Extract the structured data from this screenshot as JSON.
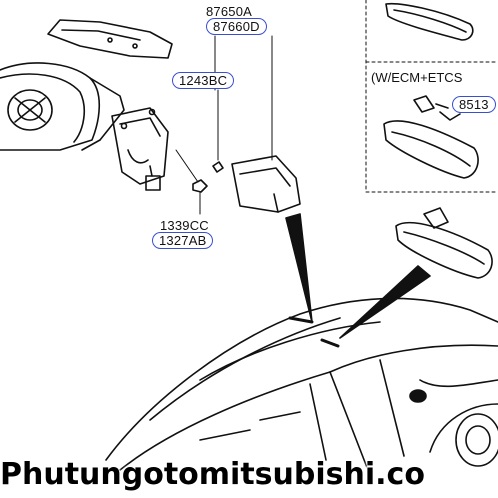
{
  "labels": {
    "part_87650A": "87650A",
    "part_87660D": "87660D",
    "part_1243BC": "1243BC",
    "part_1339CC": "1339CC",
    "part_1327AB": "1327AB",
    "part_8513": "8513",
    "option_note": "(W/ECM+ETCS"
  },
  "watermark": "Phutungotomitsubishi.co"
}
